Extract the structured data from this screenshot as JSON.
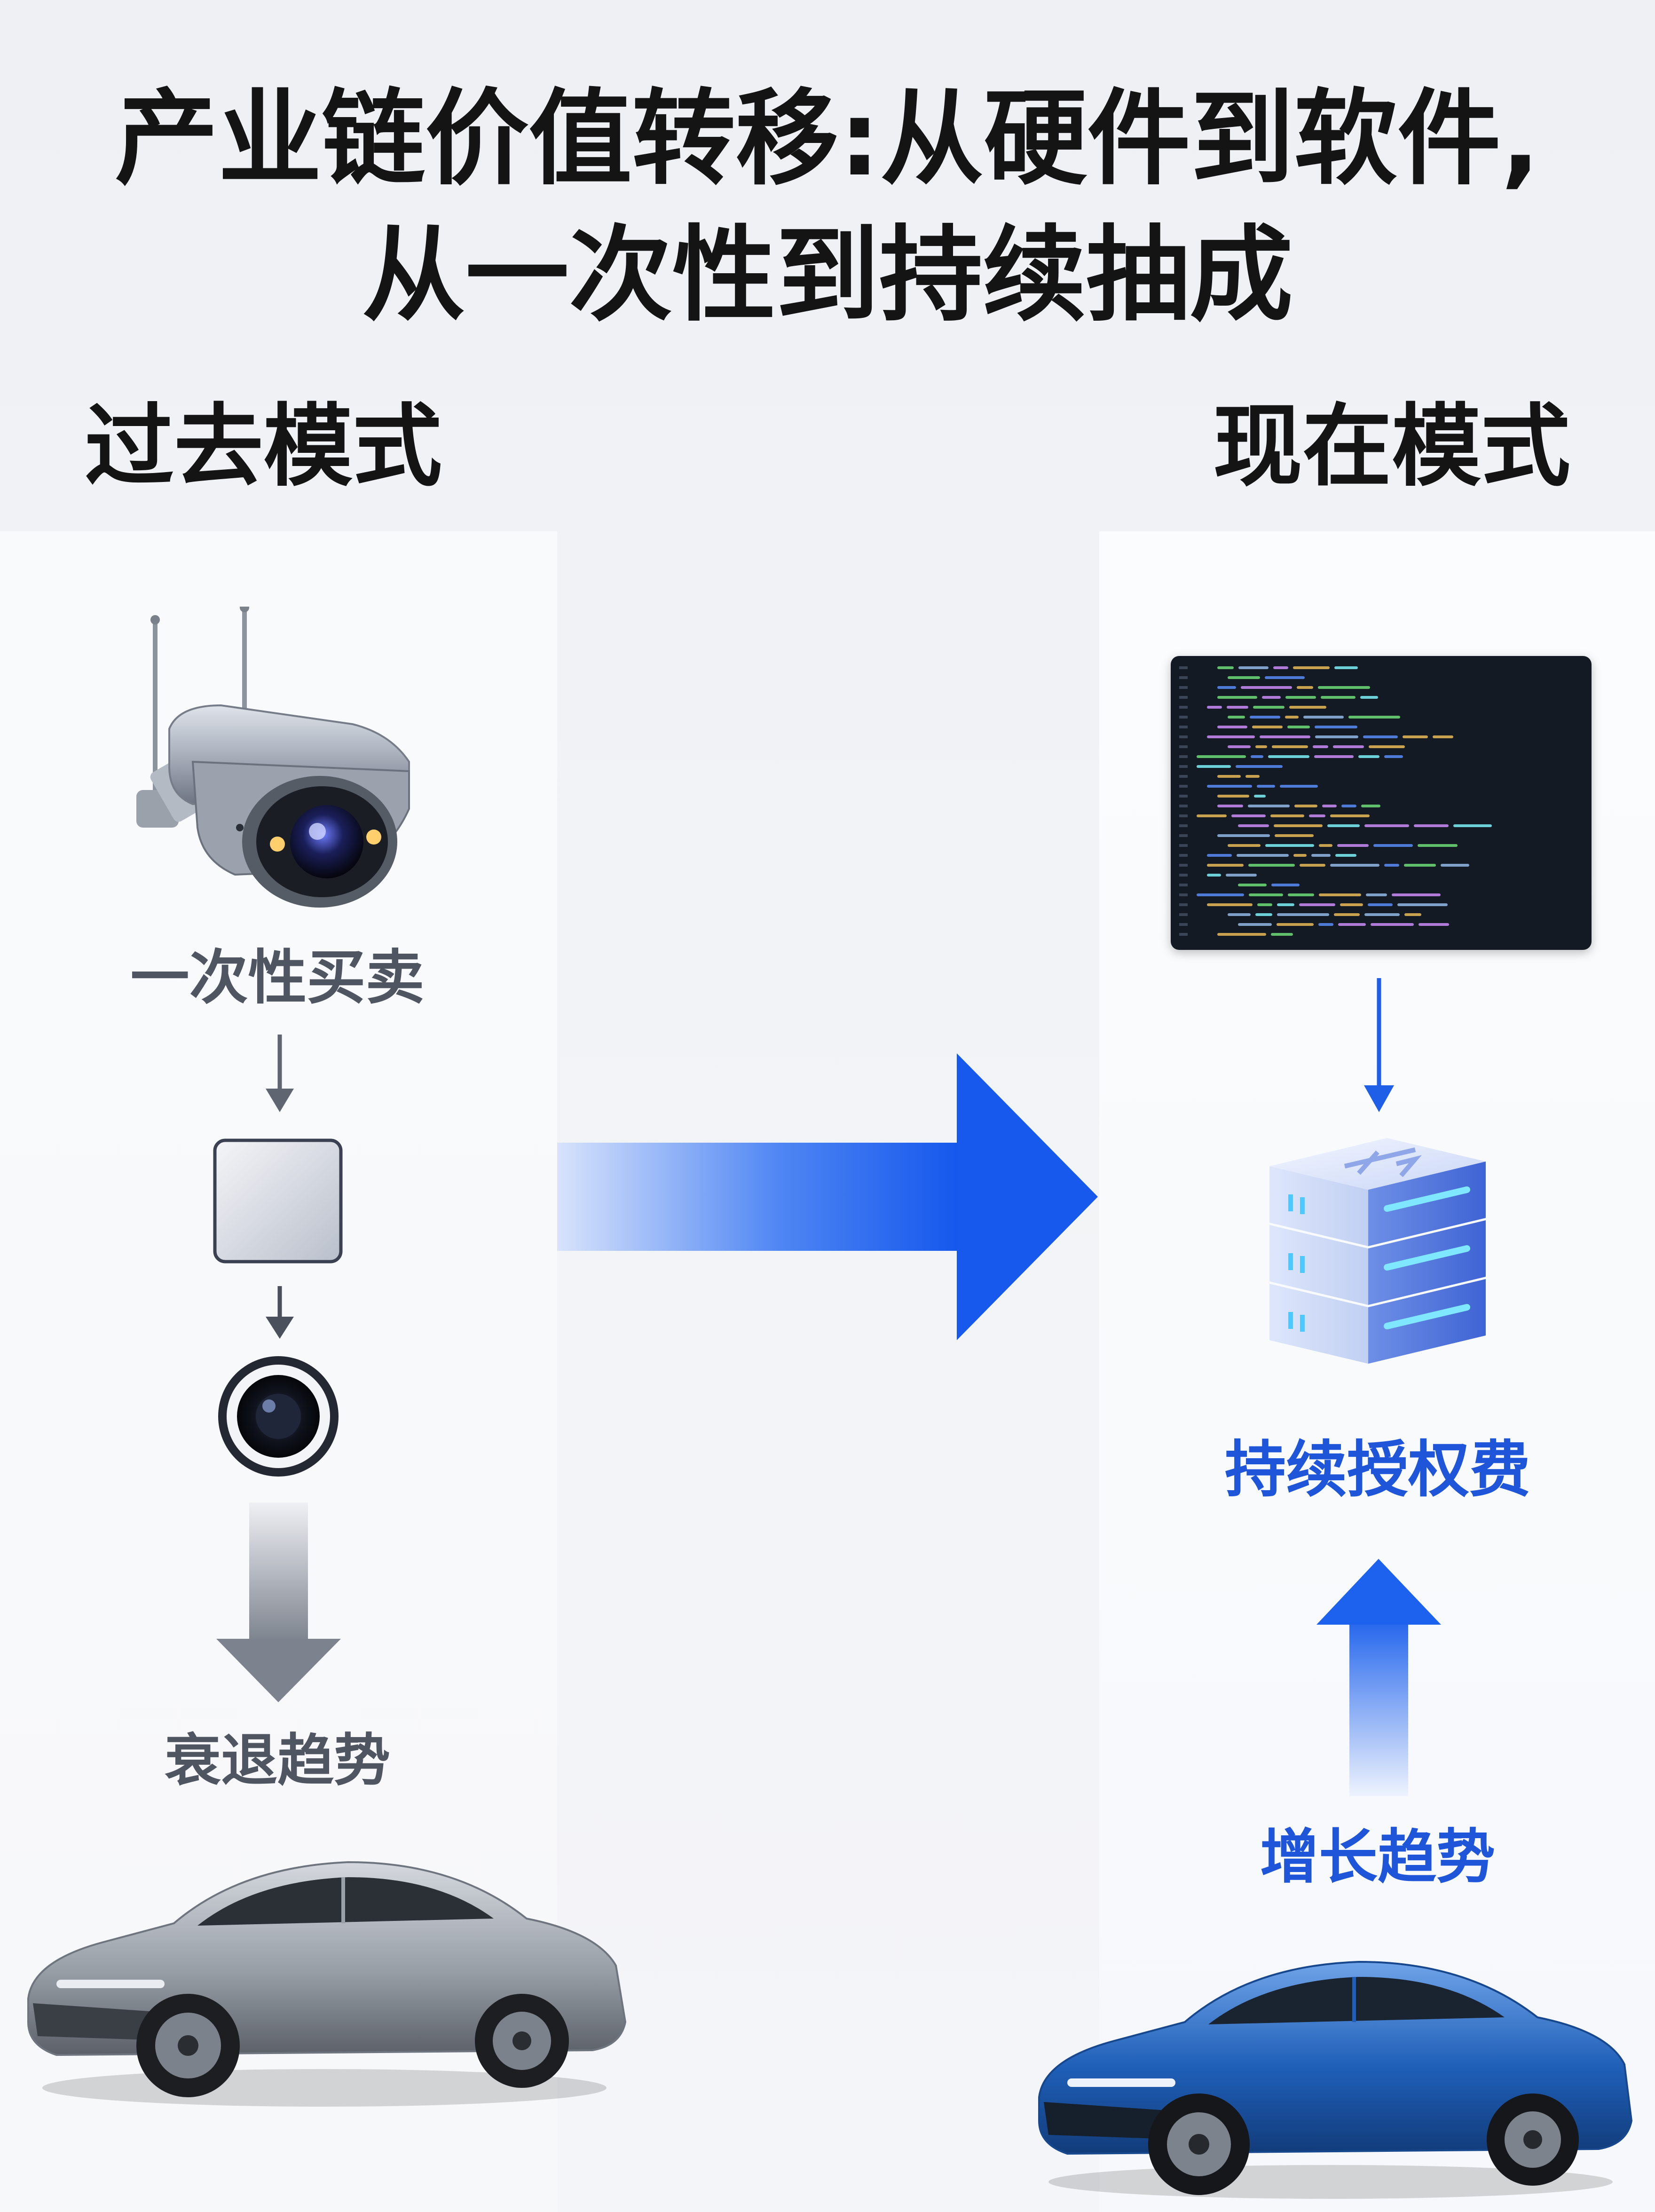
{
  "title": {
    "line1": "产业链价值转移:从硬件到软件,",
    "line2": "从一次性到持续抽成"
  },
  "past": {
    "heading": "过去模式",
    "one_time_label": "一次性买卖",
    "trend_label": "衰退趋势"
  },
  "present": {
    "heading": "现在模式",
    "license_label": "持续授权费",
    "trend_label": "增长趋势"
  },
  "icons": {
    "camera": "security-camera-icon",
    "chip": "chip-square-icon",
    "lens": "camera-lens-icon",
    "code": "code-editor-icon",
    "server": "server-stack-icon",
    "car_gray": "gray-sedan-icon",
    "car_blue": "blue-sedan-icon"
  },
  "colors": {
    "accent_blue": "#1f55d8",
    "arrow_blue": "#1d63f0",
    "gray_text": "#4f5561",
    "car_blue": "#1f5fb8",
    "car_gray": "#9aa0a8"
  }
}
